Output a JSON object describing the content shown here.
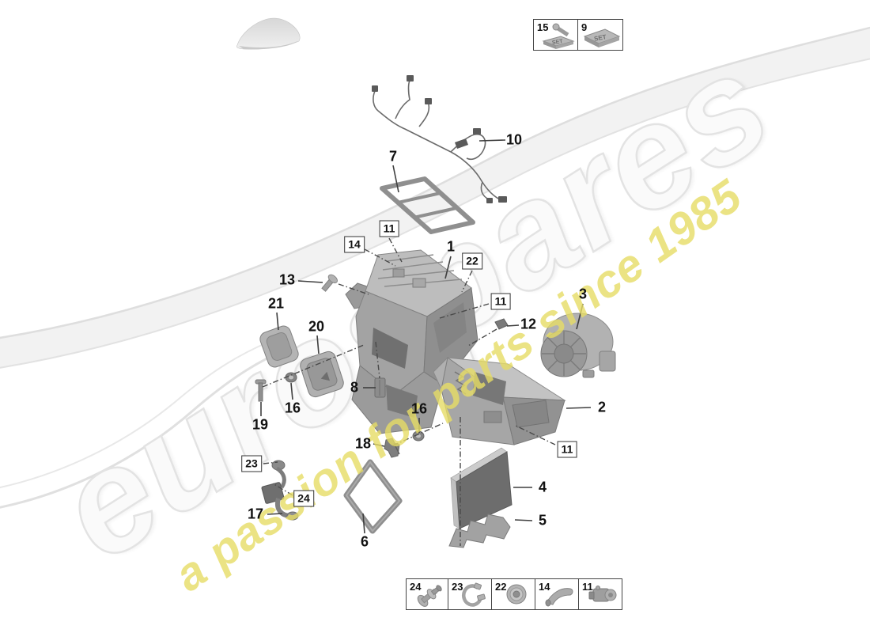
{
  "watermark": {
    "brand": "eurospares",
    "tagline": "a passion for parts since 1985",
    "brand_color": "#f0f0f0",
    "tagline_color": "#e7dd66"
  },
  "legend_top": {
    "set_label": "SET",
    "items": [
      {
        "number": "15",
        "icon": "bolt-and-set-block-icon"
      },
      {
        "number": "9",
        "icon": "set-block-icon"
      }
    ]
  },
  "legend_bottom": {
    "items": [
      {
        "number": "24",
        "icon": "rivet-pin-icon"
      },
      {
        "number": "23",
        "icon": "clamp-ring-icon"
      },
      {
        "number": "22",
        "icon": "grommet-icon"
      },
      {
        "number": "14",
        "icon": "retaining-clip-icon"
      },
      {
        "number": "11",
        "icon": "actuator-motor-icon"
      }
    ]
  },
  "callouts": {
    "plain": [
      {
        "number": "1"
      },
      {
        "number": "2"
      },
      {
        "number": "3"
      },
      {
        "number": "4"
      },
      {
        "number": "5"
      },
      {
        "number": "6"
      },
      {
        "number": "7"
      },
      {
        "number": "8"
      },
      {
        "number": "10"
      },
      {
        "number": "12"
      },
      {
        "number": "13"
      },
      {
        "number": "16"
      },
      {
        "number": "16"
      },
      {
        "number": "17"
      },
      {
        "number": "18"
      },
      {
        "number": "19"
      },
      {
        "number": "20"
      },
      {
        "number": "21"
      }
    ],
    "boxed": [
      {
        "number": "11"
      },
      {
        "number": "14"
      },
      {
        "number": "22"
      },
      {
        "number": "11"
      },
      {
        "number": "11"
      },
      {
        "number": "23"
      },
      {
        "number": "24"
      }
    ]
  }
}
